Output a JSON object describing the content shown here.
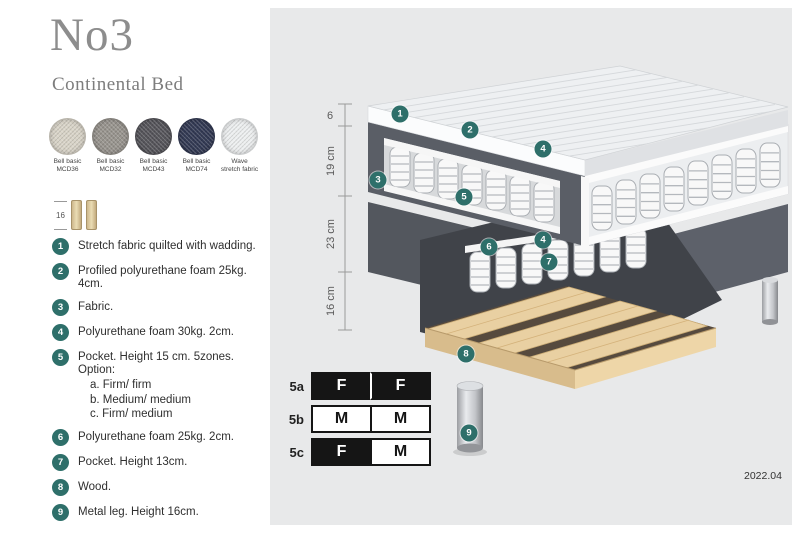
{
  "header": {
    "title": "No3",
    "subtitle": "Continental Bed"
  },
  "swatches": [
    {
      "line1": "Bell basic",
      "line2": "MCD36",
      "color": "#d9d4c8"
    },
    {
      "line1": "Bell basic",
      "line2": "MCD32",
      "color": "#98948e"
    },
    {
      "line1": "Bell basic",
      "line2": "MCD43",
      "color": "#56555b"
    },
    {
      "line1": "Bell basic",
      "line2": "MCD74",
      "color": "#333a54"
    },
    {
      "line1": "Wave",
      "line2": "stretch fabric",
      "color": "#edeff0"
    }
  ],
  "leg_icon": {
    "label": "16"
  },
  "legend": [
    {
      "num": "1",
      "text": "Stretch fabric quilted with wadding."
    },
    {
      "num": "2",
      "text": "Profiled polyurethane foam 25kg. 4cm."
    },
    {
      "num": "3",
      "text": "Fabric."
    },
    {
      "num": "4",
      "text": "Polyurethane foam 30kg. 2cm."
    },
    {
      "num": "5",
      "text": "Pocket. Height 15 cm. 5zones. Option:",
      "options": [
        "a. Firm/ firm",
        "b. Medium/ medium",
        "c. Firm/ medium"
      ]
    },
    {
      "num": "6",
      "text": "Polyurethane foam 25kg. 2cm."
    },
    {
      "num": "7",
      "text": "Pocket. Height 13cm."
    },
    {
      "num": "8",
      "text": "Wood."
    },
    {
      "num": "9",
      "text": "Metal leg. Height 16cm."
    }
  ],
  "dimensions": {
    "pad": "6",
    "top_mattress": "19 cm",
    "base": "23 cm",
    "leg": "16 cm"
  },
  "callouts": {
    "c1": "1",
    "c2": "2",
    "c3": "3",
    "c4a": "4",
    "c4b": "4",
    "c5": "5",
    "c6": "6",
    "c7": "7",
    "c8": "8",
    "c9": "9"
  },
  "firmness": {
    "rows": [
      {
        "label": "5a",
        "left": {
          "letter": "F"
        },
        "right": {
          "letter": "F"
        }
      },
      {
        "label": "5b",
        "left": {
          "letter": "M"
        },
        "right": {
          "letter": "M"
        }
      },
      {
        "label": "5c",
        "left": {
          "letter": "F"
        },
        "right": {
          "letter": "M"
        }
      }
    ]
  },
  "footer": {
    "version": "2022.04"
  },
  "colors": {
    "accent_teal": "#2e6f6a",
    "panel_bg": "#e8e9ea",
    "mattress_gray": "#5a5e66",
    "wood": "#e9d0a2"
  }
}
